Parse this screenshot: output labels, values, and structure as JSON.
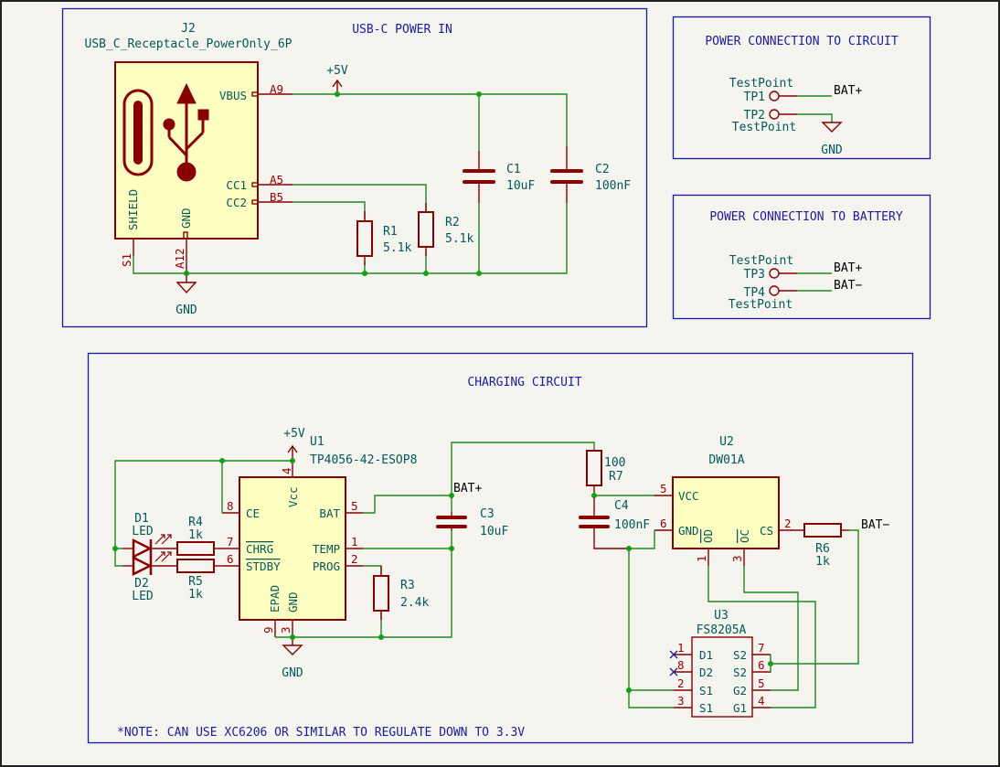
{
  "sheets": {
    "usb_power_in": "USB-C POWER IN",
    "power_to_circuit": "POWER CONNECTION TO CIRCUIT",
    "power_to_battery": "POWER CONNECTION TO BATTERY",
    "charging_circuit": "CHARGING CIRCUIT",
    "note": "*NOTE: CAN USE XC6206 OR SIMILAR TO REGULATE DOWN TO 3.3V"
  },
  "j2": {
    "ref": "J2",
    "value": "USB_C_Receptacle_PowerOnly_6P",
    "pins": {
      "vbus": "VBUS",
      "cc1": "CC1",
      "cc2": "CC2",
      "shield": "SHIELD",
      "gnd": "GND"
    },
    "pin_numbers": {
      "vbus": "A9",
      "cc1": "A5",
      "cc2": "B5",
      "shield": "S1",
      "gnd": "A12"
    }
  },
  "power_labels": {
    "p5v": "+5V",
    "gnd": "GND"
  },
  "r1": {
    "ref": "R1",
    "value": "5.1k"
  },
  "r2": {
    "ref": "R2",
    "value": "5.1k"
  },
  "c1": {
    "ref": "C1",
    "value": "10uF"
  },
  "c2": {
    "ref": "C2",
    "value": "100nF"
  },
  "testpoints": {
    "tp1": {
      "ref": "TP1",
      "value": "TestPoint"
    },
    "tp2": {
      "ref": "TP2",
      "value": "TestPoint"
    },
    "tp3": {
      "ref": "TP3",
      "value": "TestPoint"
    },
    "tp4": {
      "ref": "TP4",
      "value": "TestPoint"
    }
  },
  "nets": {
    "bat_plus": "BAT+",
    "bat_minus": "BAT−"
  },
  "u1": {
    "ref": "U1",
    "value": "TP4056-42-ESOP8",
    "pins": {
      "ce": "CE",
      "chrg": "CHRG",
      "stdby": "STDBY",
      "bat": "BAT",
      "temp": "TEMP",
      "prog": "PROG",
      "vcc": "Vcc",
      "epad": "EPAD",
      "gnd": "GND"
    },
    "pin_numbers": {
      "ce": "8",
      "chrg": "7",
      "stdby": "6",
      "bat": "5",
      "temp": "1",
      "prog": "2",
      "vcc": "4",
      "epad": "9",
      "gnd": "3"
    }
  },
  "d1": {
    "ref": "D1",
    "value": "LED"
  },
  "d2": {
    "ref": "D2",
    "value": "LED"
  },
  "r4": {
    "ref": "R4",
    "value": "1k"
  },
  "r5": {
    "ref": "R5",
    "value": "1k"
  },
  "r3": {
    "ref": "R3",
    "value": "2.4k"
  },
  "c3": {
    "ref": "C3",
    "value": "10uF"
  },
  "r7": {
    "ref": "R7",
    "value": "100"
  },
  "c4": {
    "ref": "C4",
    "value": "100nF"
  },
  "u2": {
    "ref": "U2",
    "value": "DW01A",
    "pins": {
      "vcc": "VCC",
      "gnd": "GND",
      "od": "OD",
      "oc": "OC",
      "cs": "CS"
    },
    "pin_numbers": {
      "vcc": "5",
      "gnd": "6",
      "od": "1",
      "oc": "3",
      "cs": "2"
    }
  },
  "r6": {
    "ref": "R6",
    "value": "1k"
  },
  "u3": {
    "ref": "U3",
    "value": "FS8205A",
    "left_pins": [
      {
        "num": "1",
        "name": "D1"
      },
      {
        "num": "8",
        "name": "D2"
      },
      {
        "num": "2",
        "name": "S1"
      },
      {
        "num": "3",
        "name": "S1"
      }
    ],
    "right_pins": [
      {
        "num": "7",
        "name": "S2"
      },
      {
        "num": "6",
        "name": "S2"
      },
      {
        "num": "5",
        "name": "G2"
      },
      {
        "num": "4",
        "name": "G1"
      }
    ]
  }
}
